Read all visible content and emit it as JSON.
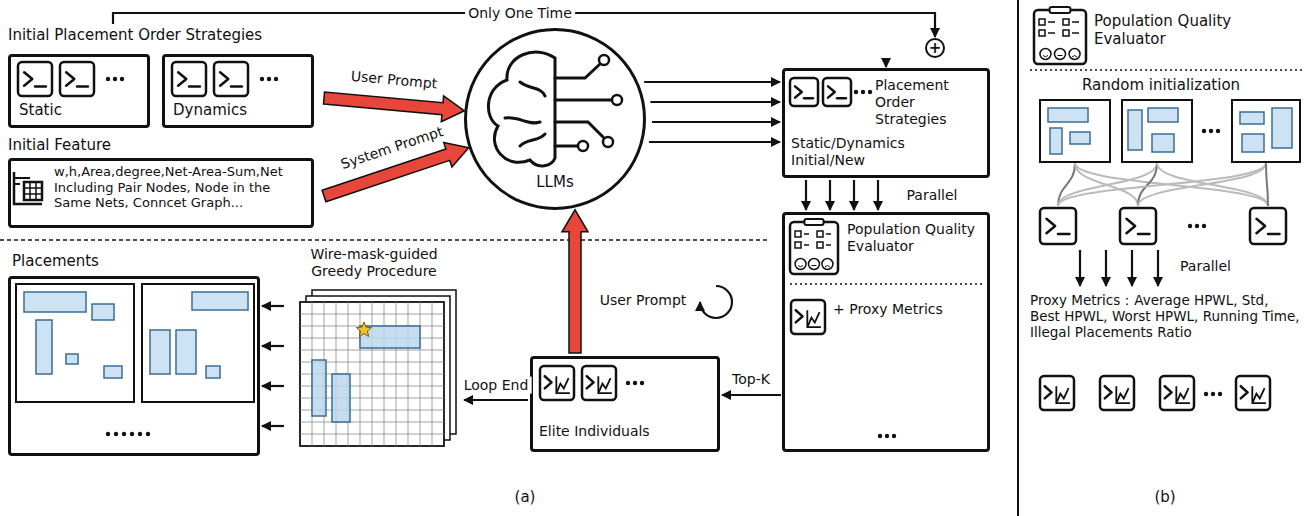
{
  "diagram": {
    "nodes": [
      {
        "text": [
          "Initial Placement Order Strategies"
        ]
      },
      {
        "text": [
          "Static"
        ],
        "in": 0
      },
      {
        "text": [
          "Dynamics"
        ],
        "in": 0
      },
      {
        "text": [
          "Initial Feature",
          "w,h,Area,degree,Net-Area-Sum,Net Including Pair Nodes, Node in the Same Nets, Conncet Graph..."
        ]
      },
      {
        "text": [
          "LLMs"
        ]
      },
      {
        "text": [
          "+"
        ]
      },
      {
        "text": [
          "Placement Order Strategies",
          "Static/Dynamics Initial/New"
        ]
      },
      {
        "text": [
          "Population Quality Evaluator",
          "+ Proxy Metrics"
        ]
      },
      {
        "text": [
          "Elite Individuals"
        ]
      },
      {
        "text": [
          "Wire-mask-guided Greedy Procedure"
        ]
      },
      {
        "text": [
          "Placements"
        ]
      }
    ],
    "edges": [
      {
        "from": 0,
        "to": 5,
        "arrow": "to",
        "label": "Only One Time"
      },
      {
        "from": 5,
        "to": 6,
        "arrow": "to"
      },
      {
        "from": 0,
        "to": 4,
        "arrow": "to",
        "label": "User Prompt"
      },
      {
        "from": 3,
        "to": 4,
        "arrow": "to",
        "label": "System Prompt"
      },
      {
        "from": 4,
        "to": 6,
        "arrow": "to"
      },
      {
        "from": 6,
        "to": 7,
        "arrow": "to",
        "label": "Parallel"
      },
      {
        "from": 7,
        "to": 8,
        "arrow": "to",
        "label": "Top-K"
      },
      {
        "from": 8,
        "to": 4,
        "arrow": "to",
        "label": "User Prompt"
      },
      {
        "from": 8,
        "to": 9,
        "arrow": "to",
        "label": "Loop End"
      },
      {
        "from": 9,
        "to": 10,
        "arrow": "to"
      }
    ],
    "labels": [
      "(a)",
      "Population Quality Evaluator",
      "Random initialization",
      "Parallel",
      "Proxy Metrics：Average HPWL, Std, Best HPWL, Worst HPWL, Running Time, Illegal Placements Ratio",
      "(b)"
    ]
  }
}
